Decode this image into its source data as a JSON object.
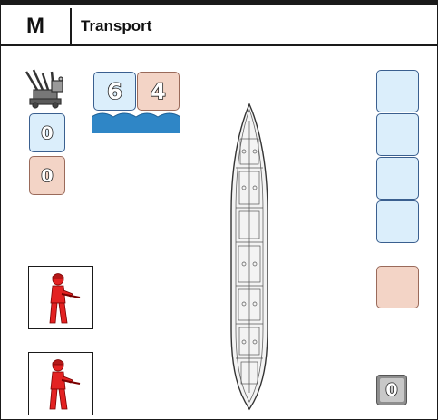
{
  "card": {
    "code": "M",
    "title": "Transport"
  },
  "aa_gun": {
    "icon": "anti-aircraft-gun-icon",
    "blue_value": "0",
    "pink_value": "0"
  },
  "naval_stats": {
    "left_value": "6",
    "right_value": "4",
    "icon": "waves-icon"
  },
  "ship": {
    "icon": "transport-ship-deck-plan"
  },
  "cargo_slots": {
    "blue_slot_count": 4,
    "pink_slot_count": 1
  },
  "infantry": [
    {
      "icon": "infantry-soldier-icon"
    },
    {
      "icon": "infantry-soldier-icon"
    }
  ],
  "counter": {
    "value": "0"
  },
  "colors": {
    "blue_box": "#dbeefb",
    "pink_box": "#f3d4c6",
    "water": "#2f86c6",
    "soldier": "#e32222"
  }
}
